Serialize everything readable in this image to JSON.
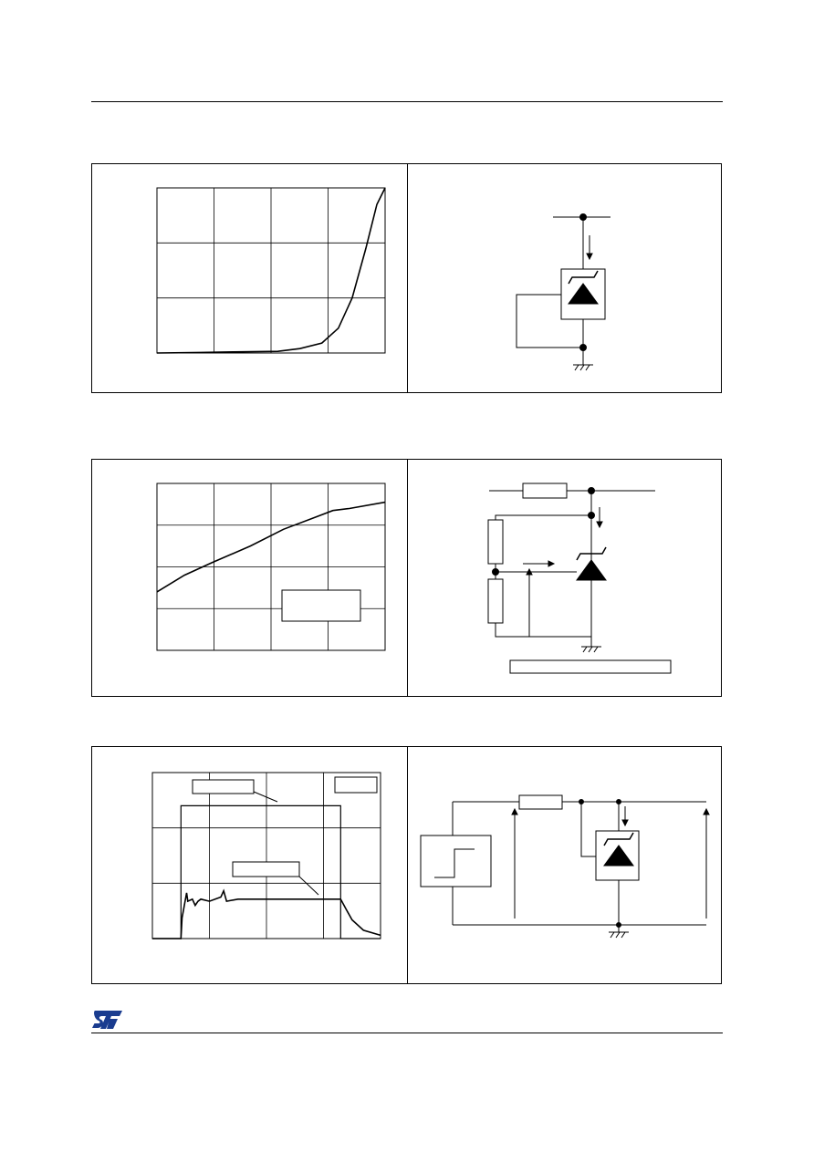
{
  "page": {
    "background": "#ffffff",
    "ink": "#000000"
  },
  "figures": [
    {
      "id": "fig-1",
      "chart_kind": "line",
      "schematic": "zener-diode-clamp"
    },
    {
      "id": "fig-2",
      "chart_kind": "line",
      "schematic": "zener-resistor-divider"
    },
    {
      "id": "fig-3",
      "chart_kind": "scope-trace",
      "schematic": "zener-step-source"
    }
  ],
  "chart_data": [
    {
      "type": "line",
      "title": "",
      "xlabel": "",
      "ylabel": "",
      "xlim": [
        0,
        4.15
      ],
      "ylim": [
        0,
        3
      ],
      "grid": true,
      "series": [
        {
          "x": [
            0,
            0.8,
            1.4,
            2.2,
            2.6,
            3.0,
            3.3,
            3.55,
            3.8,
            4.0,
            4.15
          ],
          "y": [
            0,
            0.01,
            0.02,
            0.03,
            0.08,
            0.18,
            0.45,
            1.0,
            1.9,
            2.7,
            3.0
          ]
        }
      ]
    },
    {
      "type": "line",
      "title": "",
      "xlabel": "",
      "ylabel": "",
      "xlim": [
        0,
        4.15
      ],
      "ylim": [
        0,
        4
      ],
      "grid": true,
      "legend": "center-right-box",
      "series": [
        {
          "x": [
            0,
            0.5,
            1,
            1.7,
            2.3,
            2.9,
            3.2,
            3.5,
            4.15
          ],
          "y": [
            1.4,
            1.8,
            2.1,
            2.5,
            2.9,
            3.2,
            3.35,
            3.4,
            3.55
          ]
        }
      ]
    },
    {
      "type": "line",
      "title": "",
      "xlabel": "",
      "ylabel": "",
      "xlim": [
        0,
        4
      ],
      "ylim": [
        0,
        4
      ],
      "grid": true,
      "series": [
        {
          "name": "",
          "x": [
            0,
            0.5,
            0.5,
            3.3,
            3.3,
            4
          ],
          "y": [
            0,
            0,
            3.2,
            3.2,
            0,
            0
          ]
        },
        {
          "name": "",
          "x": [
            0,
            0.5,
            0.52,
            0.6,
            0.62,
            0.7,
            0.75,
            0.8,
            0.85,
            1.0,
            1.2,
            1.25,
            1.3,
            1.5,
            2.0,
            2.5,
            3.0,
            3.3,
            3.4,
            3.5,
            3.7,
            4.0
          ],
          "y": [
            0,
            0,
            0.5,
            1.1,
            0.9,
            0.95,
            0.8,
            0.9,
            0.95,
            0.9,
            1.0,
            1.15,
            0.9,
            0.95,
            0.95,
            0.95,
            0.95,
            0.95,
            0.7,
            0.45,
            0.2,
            0.08
          ]
        }
      ]
    }
  ]
}
